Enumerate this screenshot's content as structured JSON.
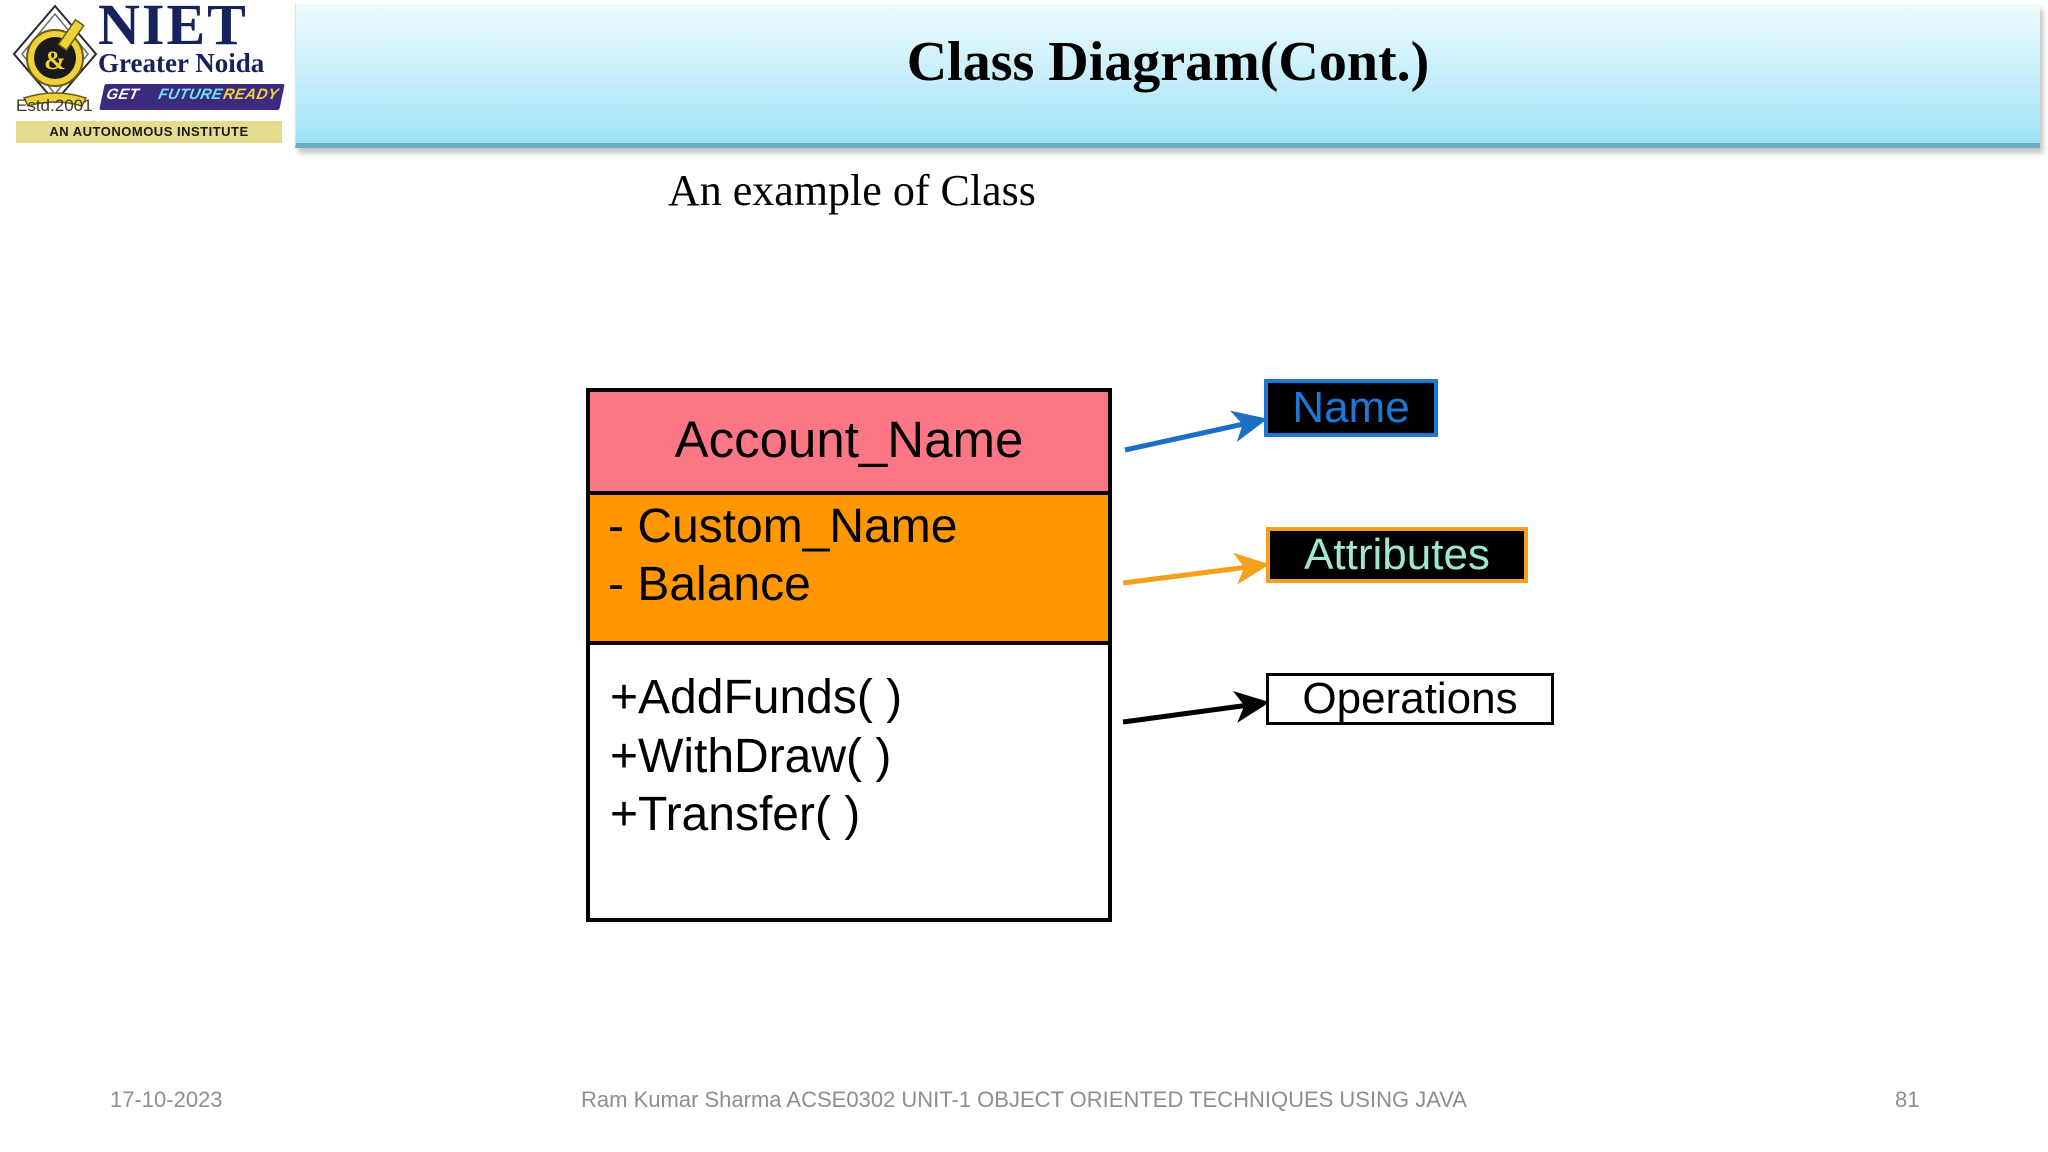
{
  "slide": {
    "title": "Class Diagram(Cont.)",
    "subtitle": "An example of Class"
  },
  "logo": {
    "institute_name": "NIET",
    "institute_location": "Greater Noida",
    "tagline_part1": "GET",
    "tagline_part2": "FUTURE",
    "tagline_part3": "READY",
    "established": "Estd.2001",
    "autonomous_banner": "AN AUTONOMOUS INSTITUTE"
  },
  "class_diagram": {
    "class_name": "Account_Name",
    "attributes": [
      "- Custom_Name",
      "- Balance"
    ],
    "operations": [
      "+AddFunds( )",
      "+WithDraw( )",
      "+Transfer( )"
    ],
    "colors": {
      "name_section": "#fb7785",
      "attributes_section": "#ff9800",
      "operations_section": "#ffffff",
      "border": "#000000"
    }
  },
  "annotations": [
    {
      "label": "Name",
      "text_color": "#1c78d4",
      "border_color": "#1c78d4",
      "fill_color": "#000000",
      "arrow_color": "#1c6fc4"
    },
    {
      "label": "Attributes",
      "text_color": "#9fe8cf",
      "border_color": "#f5a01d",
      "fill_color": "#000000",
      "arrow_color": "#f5a01d"
    },
    {
      "label": "Operations",
      "text_color": "#000000",
      "border_color": "#000000",
      "fill_color": "#ffffff",
      "arrow_color": "#000000"
    }
  ],
  "footer": {
    "date": "17-10-2023",
    "center": "Ram Kumar Sharma  ACSE0302   UNIT-1  OBJECT ORIENTED TECHNIQUES USING JAVA",
    "page_number": "81"
  }
}
